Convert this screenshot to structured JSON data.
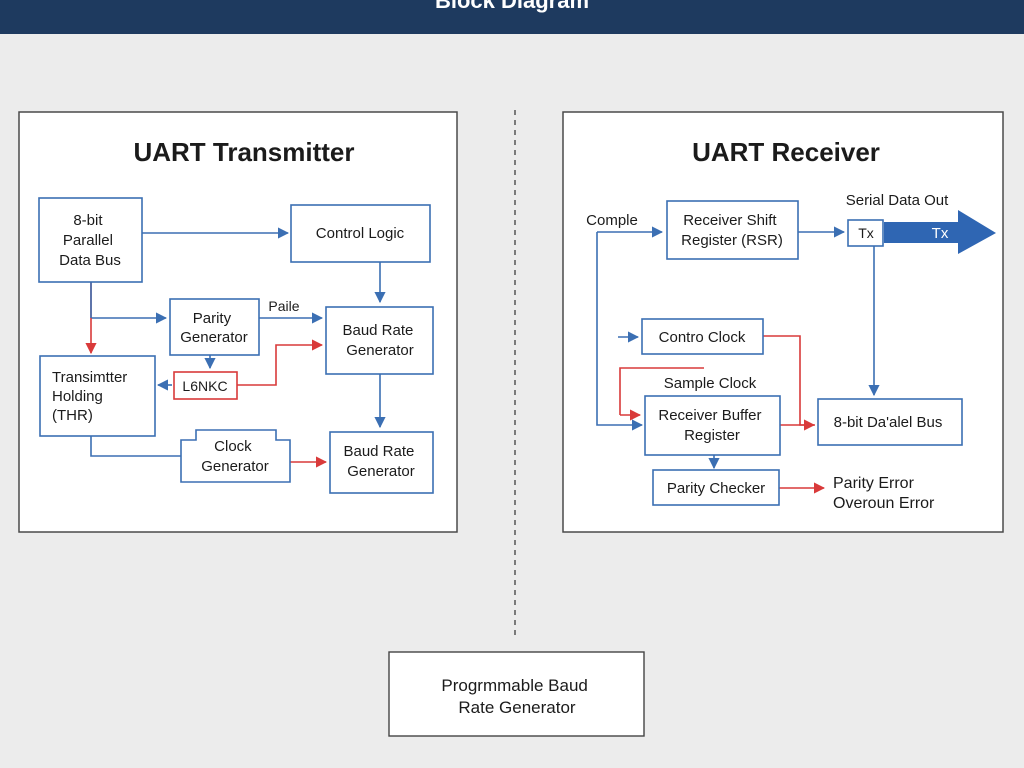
{
  "header": {
    "title": "Block Diagram"
  },
  "transmitter": {
    "title": "UART Transmitter",
    "data_bus": [
      "8-bit",
      "Parallel",
      "Data Bus"
    ],
    "control_logic": "Control Logic",
    "parity_generator": [
      "Parity",
      "Generator"
    ],
    "parity_label": "Paile",
    "baud_rate_top": [
      "Baud Rate",
      "Generator"
    ],
    "thr": [
      "Transimtter",
      "Holding",
      "(THR)"
    ],
    "l6nkc": "L6NKC",
    "clock_generator": [
      "Clock",
      "Generator"
    ],
    "baud_rate_bottom": [
      "Baud Rate",
      "Generator"
    ]
  },
  "receiver": {
    "title": "UART Receiver",
    "comple_label": "Comple",
    "rsr": [
      "Receiver Shift",
      "Register (RSR)"
    ],
    "serial_data_out": "Serial Data Out",
    "tx_box": "Tx",
    "tx_arrow": "Tx",
    "contro_clock": "Contro Clock",
    "sample_clock": "Sample Clock",
    "receiver_buffer": [
      "Receiver Buffer",
      "Register"
    ],
    "data_bus": "8-bit Da'alel Bus",
    "parity_checker": "Parity Checker",
    "errors": [
      "Parity Error",
      "Overoun Error"
    ]
  },
  "baud_generator": [
    "Progrmmable Baud",
    "Rate Generator"
  ],
  "colors": {
    "header_bg": "#1e3a5f",
    "block_blue": "#3b6fb3",
    "signal_red": "#d93a3a",
    "page_bg": "#ececec"
  }
}
